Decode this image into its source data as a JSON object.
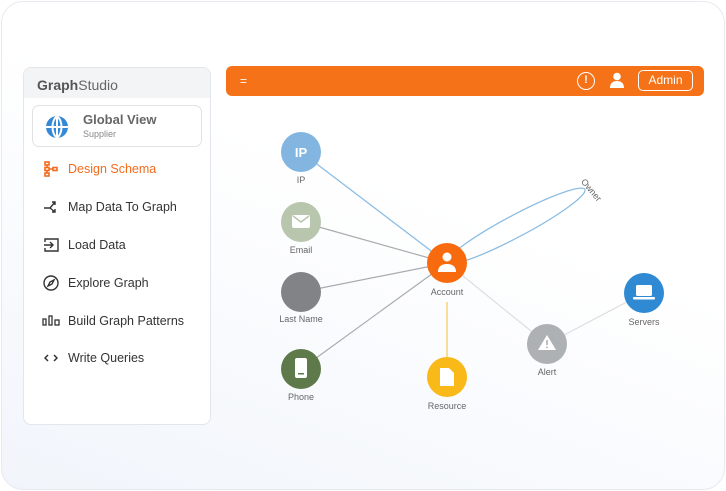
{
  "app": {
    "brand_bold": "Graph",
    "brand_rest": "Studio"
  },
  "workspace": {
    "title": "Global View",
    "subtitle": "Supplier"
  },
  "sidebar": {
    "items": [
      {
        "label": "Design Schema",
        "icon": "schema-icon",
        "active": true
      },
      {
        "label": "Map Data To Graph",
        "icon": "map-icon"
      },
      {
        "label": "Load Data",
        "icon": "load-icon"
      },
      {
        "label": "Explore Graph",
        "icon": "compass-icon"
      },
      {
        "label": "Build Graph Patterns",
        "icon": "patterns-icon"
      },
      {
        "label": "Write Queries",
        "icon": "code-icon"
      }
    ]
  },
  "topbar": {
    "menu": "=",
    "alert": "!",
    "admin_label": "Admin",
    "color": "#f57218"
  },
  "graph": {
    "nodes": [
      {
        "id": "ip",
        "label": "IP",
        "glyph": "IP",
        "color": "#82b6e0"
      },
      {
        "id": "email",
        "label": "Email",
        "color": "#b7c6ad"
      },
      {
        "id": "lastname",
        "label": "Last Name",
        "color": "#818386"
      },
      {
        "id": "phone",
        "label": "Phone",
        "color": "#5f7a4a"
      },
      {
        "id": "account",
        "label": "Account",
        "color": "#f76b0e"
      },
      {
        "id": "resource",
        "label": "Resource",
        "color": "#f8b919"
      },
      {
        "id": "alert",
        "label": "Alert",
        "color": "#aeb1b4"
      },
      {
        "id": "servers",
        "label": "Servers",
        "color": "#2f8ad3"
      }
    ],
    "edges": [
      {
        "label": "Owner"
      }
    ]
  }
}
